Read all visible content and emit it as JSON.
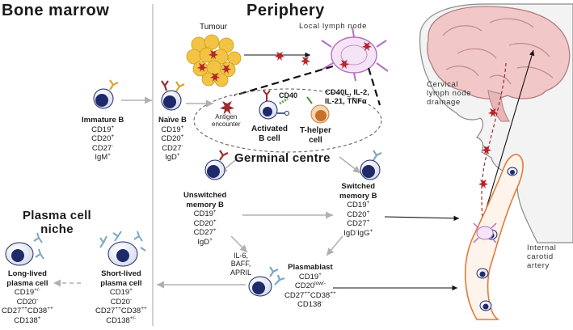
{
  "sections": {
    "bone_marrow": "Bone marrow",
    "periphery": "Periphery",
    "germinal_centre": "Germinal centre",
    "plasma_niche": "Plasma cell\nniche"
  },
  "labels": {
    "tumour": "Tumour",
    "local_lymph_node": "Local lymph node",
    "cervical_drainage": "Cervical\nlymph node\ndrainage",
    "internal_carotid": "Internal\ncarotid\nartery",
    "antigen_encounter": "Antigen\nencounter",
    "cd40": "CD40",
    "cytokines": "CD40L, IL-2,\nIL-21, TNFα",
    "activated_b": "Activated\nB cell",
    "t_helper": "T-helper\ncell",
    "plasmablast_cytokines": "IL-6,\nBAFF,\nAPRIL"
  },
  "cells": {
    "immature_b": {
      "title": "Immature B",
      "markers": [
        [
          "CD19",
          "+"
        ],
        [
          "CD20",
          "+"
        ],
        [
          "CD27",
          "-"
        ],
        [
          "IgM",
          "+"
        ]
      ]
    },
    "naive_b": {
      "title": "Naïve B",
      "markers": [
        [
          "CD19",
          "+"
        ],
        [
          "CD20",
          "+"
        ],
        [
          "CD27",
          "-"
        ],
        [
          "IgD",
          "+"
        ]
      ]
    },
    "unswitched_memory": {
      "title": "Unswitched\nmemory B",
      "markers": [
        [
          "CD19",
          "+"
        ],
        [
          "CD20",
          "+"
        ],
        [
          "CD27",
          "+"
        ],
        [
          "IgD",
          "+"
        ]
      ]
    },
    "switched_memory": {
      "title": "Switched\nmemory B",
      "markers": [
        [
          "CD19",
          "+"
        ],
        [
          "CD20",
          "+"
        ],
        [
          "CD27",
          "+"
        ],
        [
          "IgD",
          "-",
          "IgG",
          "+"
        ]
      ]
    },
    "plasmablast": {
      "title": "Plasmablast",
      "markers": [
        [
          "CD19",
          "+"
        ],
        [
          "CD20",
          "low/-"
        ],
        [
          "CD27",
          "++",
          "CD38",
          "++"
        ],
        [
          "CD138",
          "-"
        ]
      ]
    },
    "short_lived": {
      "title": "Short-lived\nplasma cell",
      "markers": [
        [
          "CD19",
          "+"
        ],
        [
          "CD20",
          "-"
        ],
        [
          "CD27",
          "++",
          "CD38",
          "++"
        ],
        [
          "CD138",
          "+/-"
        ]
      ]
    },
    "long_lived": {
      "title": "Long-lived\nplasma cell",
      "markers": [
        [
          "CD19",
          "+/-"
        ],
        [
          "CD20",
          "-"
        ],
        [
          "CD27",
          "++",
          "CD38",
          "++"
        ],
        [
          "CD138",
          "+"
        ]
      ]
    }
  },
  "colors": {
    "cell_nucleus": "#1f2a6b",
    "igm_receptor": "#d9a332",
    "igd_receptor": "#9e2a2f",
    "igg_receptor": "#7aa7c7",
    "antigen": "#b3262b",
    "tumour": "#f3c443",
    "lymph_node": "#c98bd1",
    "brain": "#f2c7c7",
    "artery": "#e07b39",
    "arrow_grey": "#b0b0b0"
  }
}
